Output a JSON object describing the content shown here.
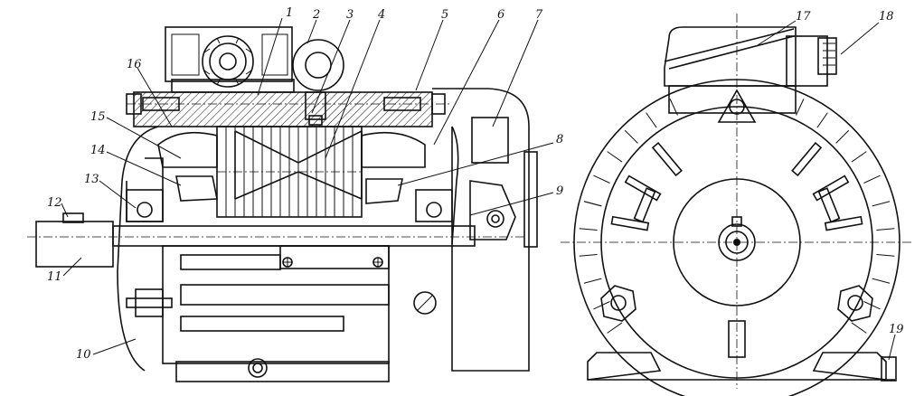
{
  "diagram": {
    "callouts": [
      {
        "id": "c1",
        "text": "1"
      },
      {
        "id": "c2",
        "text": "2"
      },
      {
        "id": "c3",
        "text": "3"
      },
      {
        "id": "c4",
        "text": "4"
      },
      {
        "id": "c5",
        "text": "5"
      },
      {
        "id": "c6",
        "text": "6"
      },
      {
        "id": "c7",
        "text": "7"
      },
      {
        "id": "c8",
        "text": "8"
      },
      {
        "id": "c9",
        "text": "9"
      },
      {
        "id": "c10",
        "text": "10"
      },
      {
        "id": "c11",
        "text": "11"
      },
      {
        "id": "c12",
        "text": "12"
      },
      {
        "id": "c13",
        "text": "13"
      },
      {
        "id": "c14",
        "text": "14"
      },
      {
        "id": "c15",
        "text": "15"
      },
      {
        "id": "c16",
        "text": "16"
      },
      {
        "id": "c17",
        "text": "17"
      },
      {
        "id": "c18",
        "text": "18"
      },
      {
        "id": "c19",
        "text": "19"
      }
    ]
  }
}
